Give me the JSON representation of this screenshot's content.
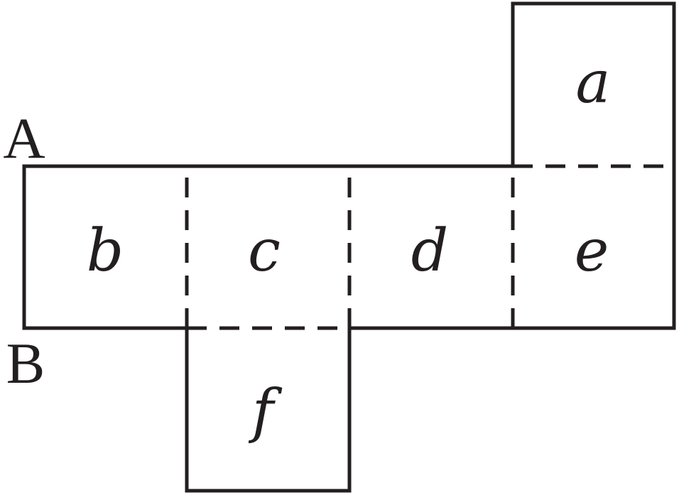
{
  "colors": {
    "line": "#231f20",
    "text": "#231f20",
    "background": "#ffffff"
  },
  "vertices": {
    "A": "A",
    "B": "B"
  },
  "faces": {
    "a": "a",
    "b": "b",
    "c": "c",
    "d": "d",
    "e": "e",
    "f": "f"
  }
}
